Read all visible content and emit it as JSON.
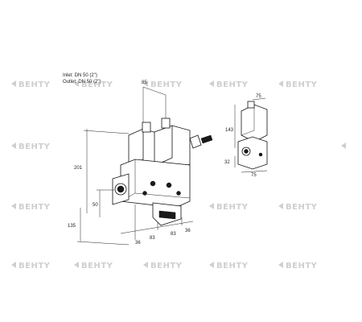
{
  "specs": {
    "inlet": "Inlet: DN 50 (2\")",
    "outlet": "Outlet: DN 50 (2\")"
  },
  "watermark": {
    "brand": "BEHTY",
    "color": "#cfcfcf",
    "icon": "behty-logo-icon"
  },
  "dimensions": {
    "d85": "85",
    "d75_top": "75",
    "d143": "143",
    "d32": "32",
    "d75_bottom": "75",
    "d201": "201",
    "d50": "50",
    "d135": "135",
    "d36_left": "36",
    "d83_a": "83",
    "d83_b": "83",
    "d36_right": "36"
  }
}
